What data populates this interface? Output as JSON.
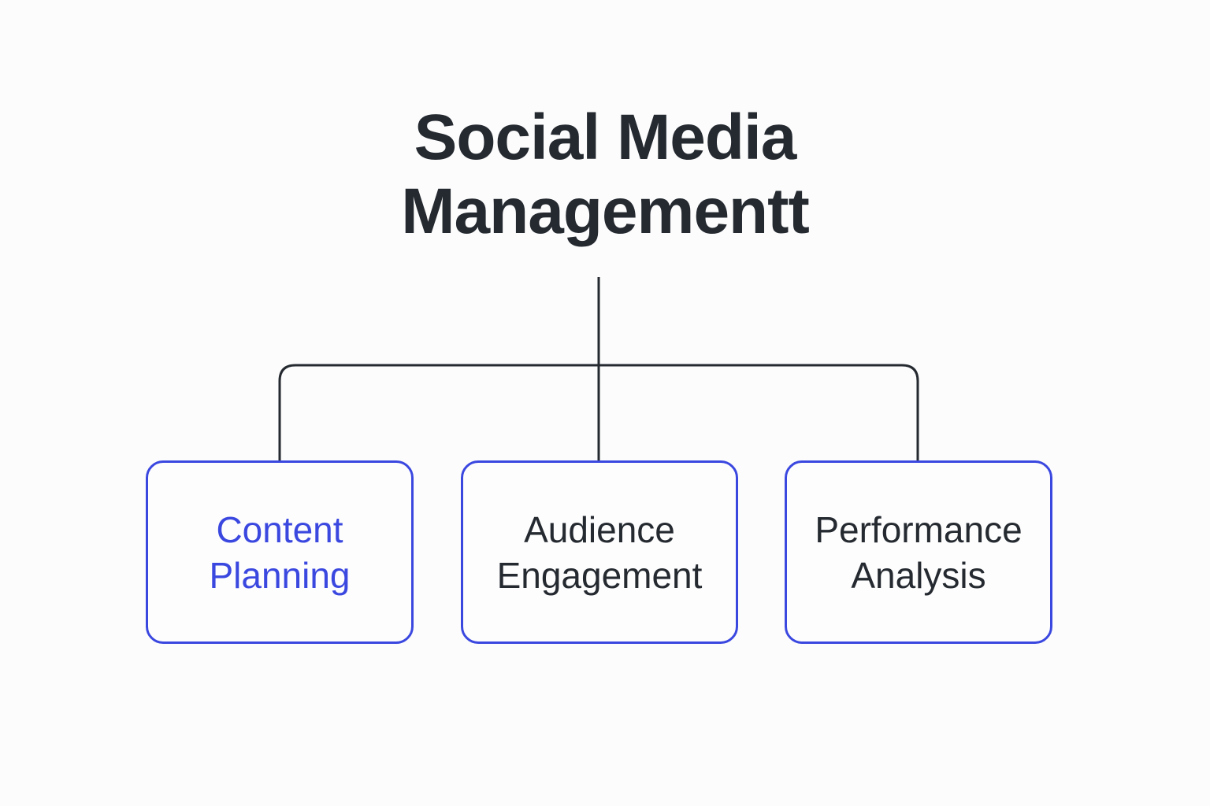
{
  "title": {
    "line1": "Social Media",
    "line2": "Managementt"
  },
  "colors": {
    "accent": "#3b48e0",
    "text": "#252a31",
    "connector": "#252a31",
    "background": "#fcfcfc"
  },
  "nodes": [
    {
      "line1": "Content",
      "line2": "Planning",
      "highlighted": true
    },
    {
      "line1": "Audience",
      "line2": "Engagement",
      "highlighted": false
    },
    {
      "line1": "Performance",
      "line2": "Analysis",
      "highlighted": false
    }
  ]
}
